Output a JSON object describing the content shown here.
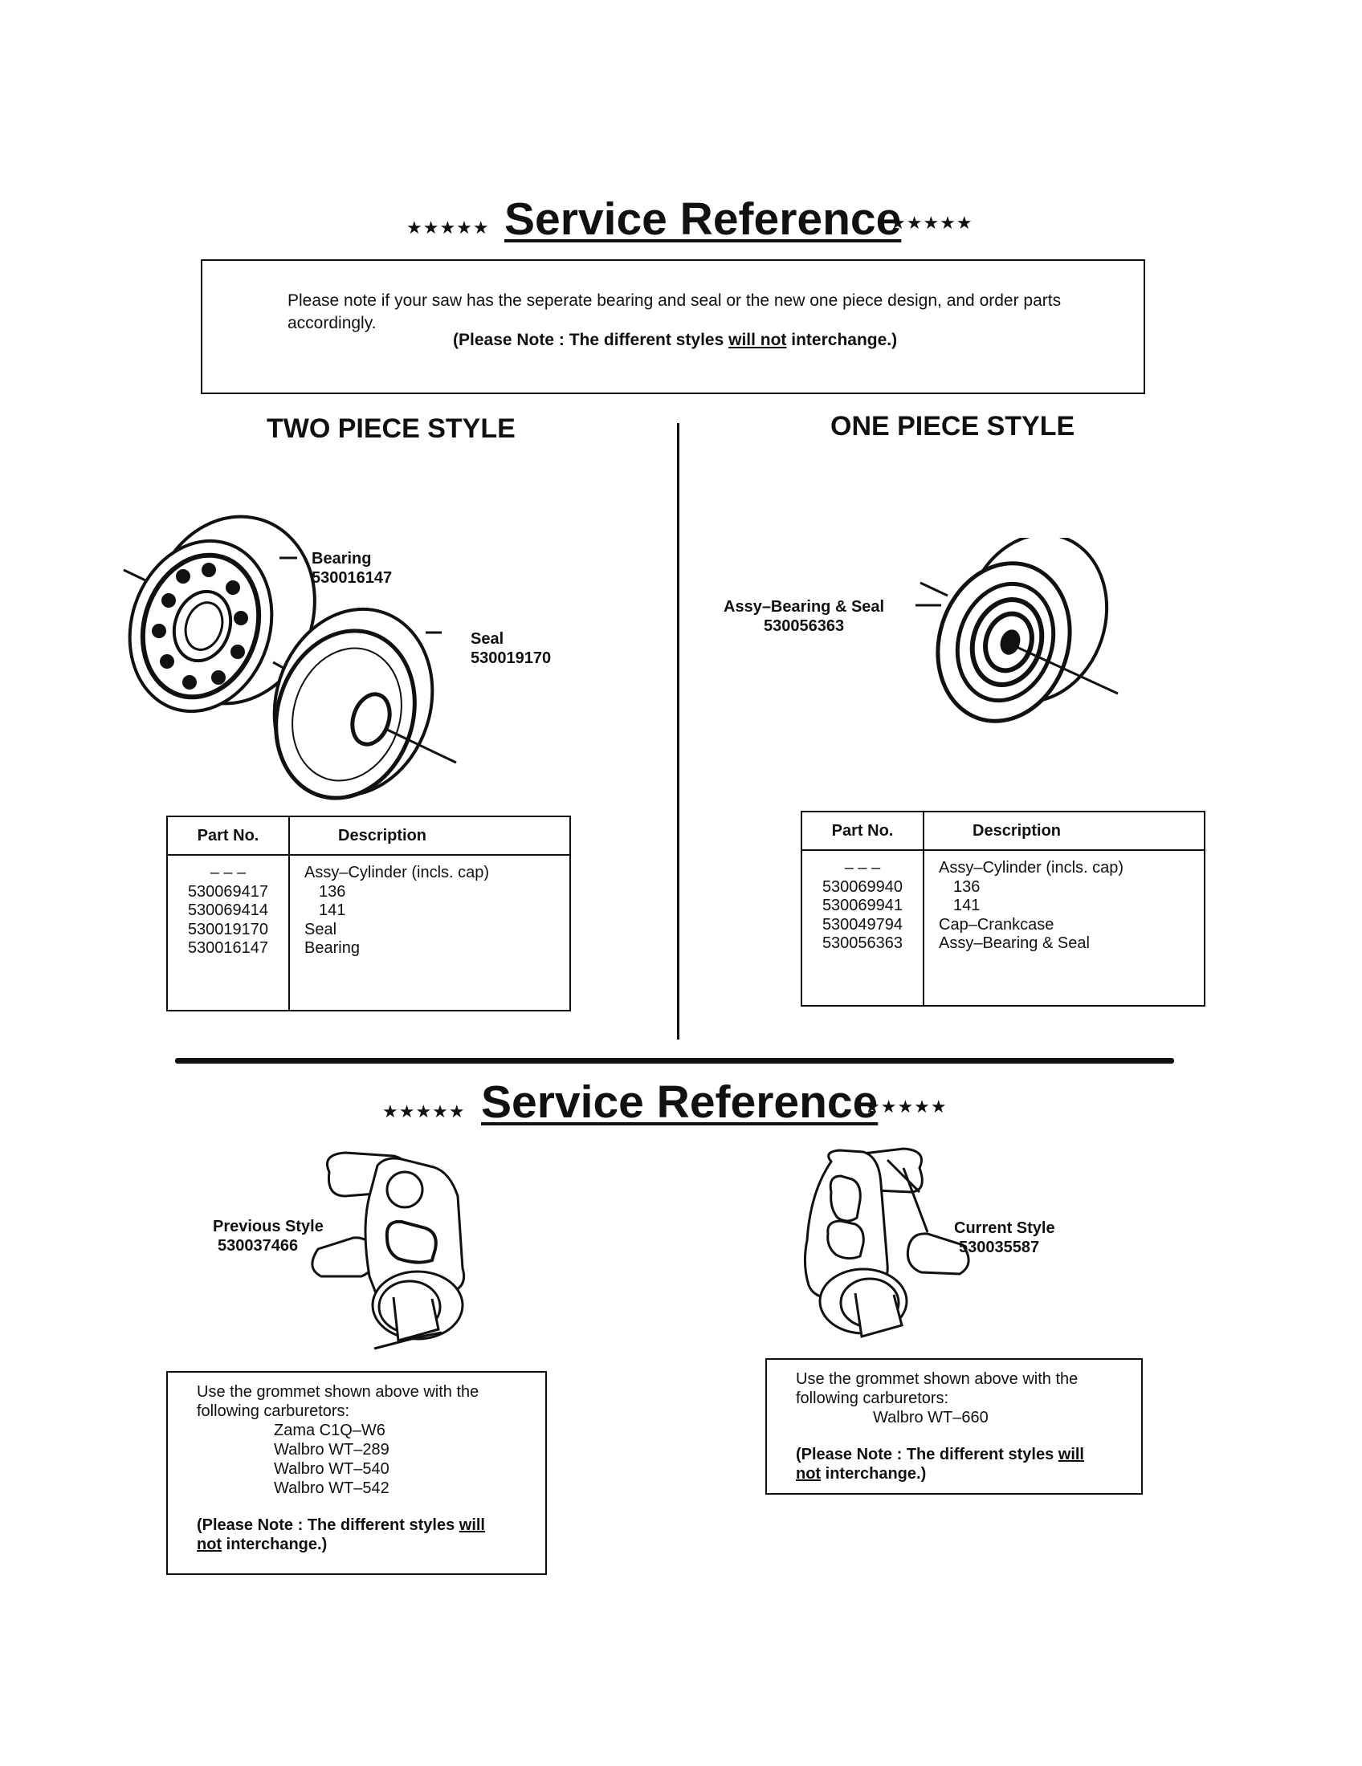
{
  "top": {
    "stars": "★★★★★",
    "title": "Service Reference",
    "note_line1": "Please note if your saw has the seperate bearing and seal or the new one piece design, and order parts accordingly.",
    "note_bold_pre": "(Please Note : The different styles ",
    "note_bold_u": "will not",
    "note_bold_post": " interchange.)"
  },
  "two_piece": {
    "heading": "TWO PIECE STYLE",
    "bearing_label": "Bearing",
    "bearing_number": "530016147",
    "seal_label": "Seal",
    "seal_number": "530019170",
    "table": {
      "col_part": "Part No.",
      "col_desc": "Description",
      "rows": [
        {
          "part": "– – –",
          "desc": "Assy–Cylinder (incls. cap)"
        },
        {
          "part": "530069417",
          "desc": "136"
        },
        {
          "part": "530069414",
          "desc": "141"
        },
        {
          "part": "530019170",
          "desc": "Seal"
        },
        {
          "part": "530016147",
          "desc": "Bearing"
        }
      ]
    }
  },
  "one_piece": {
    "heading": "ONE PIECE STYLE",
    "assy_label": "Assy–Bearing & Seal",
    "assy_number": "530056363",
    "table": {
      "col_part": "Part No.",
      "col_desc": "Description",
      "rows": [
        {
          "part": "– – –",
          "desc": "Assy–Cylinder (incls. cap)"
        },
        {
          "part": "530069940",
          "desc": "136"
        },
        {
          "part": "530069941",
          "desc": "141"
        },
        {
          "part": "530049794",
          "desc": "Cap–Crankcase"
        },
        {
          "part": "530056363",
          "desc": "Assy–Bearing & Seal"
        }
      ]
    }
  },
  "bottom": {
    "stars": "★★★★★",
    "title": "Service Reference",
    "previous": {
      "label": "Previous Style",
      "number": "530037466",
      "intro": "Use the grommet shown above with the following carburetors:",
      "carbs": [
        "Zama C1Q–W6",
        "Walbro WT–289",
        "Walbro WT–540",
        "Walbro WT–542"
      ],
      "note_pre": "(Please Note : The different styles ",
      "note_u1": "will",
      "note_u2": "not",
      "note_post": " interchange.)"
    },
    "current": {
      "label": "Current Style",
      "number": "530035587",
      "intro": "Use the grommet shown above with the following carburetors:",
      "carbs": [
        "Walbro WT–660"
      ],
      "note_pre": "(Please Note : The different styles ",
      "note_u1": "will",
      "note_u2": "not",
      "note_post": " interchange.)"
    }
  }
}
